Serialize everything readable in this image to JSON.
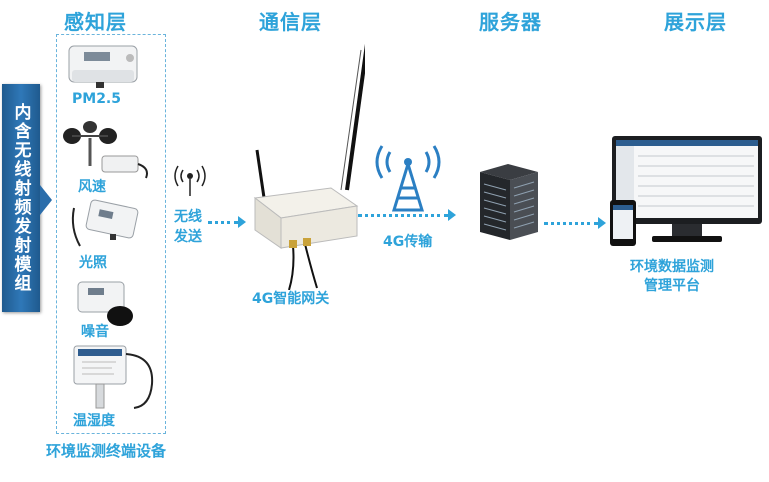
{
  "layers": {
    "perception": "感知层",
    "communication": "通信层",
    "server": "服务器",
    "display": "展示层"
  },
  "side_banner": "内含无线射频发射模组",
  "sensors": [
    {
      "label": "PM2.5"
    },
    {
      "label": "风速"
    },
    {
      "label": "光照"
    },
    {
      "label": "噪音"
    },
    {
      "label": "温湿度"
    }
  ],
  "terminal_caption": "环境监测终端设备",
  "wireless_send": [
    "无线",
    "发送"
  ],
  "gateway_label": "4G智能网关",
  "transport_label": "4G传输",
  "platform_label": [
    "环境数据监测",
    "管理平台"
  ],
  "colors": {
    "accent": "#2ea3da",
    "banner": "#2a6dab"
  }
}
